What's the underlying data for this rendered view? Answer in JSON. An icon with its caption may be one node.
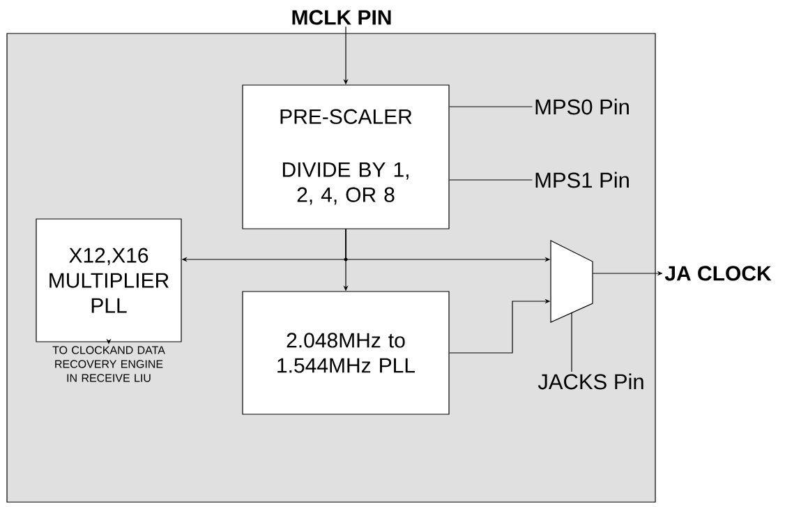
{
  "diagram": {
    "nodes": [
      {
        "text": [],
        "shape": "box"
      },
      {
        "text": [
          "MCLK PIN"
        ]
      },
      {
        "text": [
          "PRE-SCALER",
          "DIVIDE BY 1, 2, 4, OR 8"
        ],
        "in": 0
      },
      {
        "text": [
          "MPS0 Pin"
        ],
        "in": 0
      },
      {
        "text": [
          "MPS1 Pin"
        ],
        "in": 0
      },
      {
        "text": [
          "X12,X16 MULTIPLIER PLL"
        ],
        "in": 0
      },
      {
        "text": [
          "2.048MHz to 1.544MHz PLL"
        ],
        "in": 0
      },
      {
        "text": [],
        "shape": "trapezoid",
        "in": 0
      },
      {
        "text": [
          "JA CLOCK"
        ]
      },
      {
        "text": [
          "JACKS Pin"
        ],
        "in": 0
      },
      {
        "text": [
          "TO CLOCKAND DATA RECOVERY ENGINE IN RECEIVE LIU"
        ],
        "in": 0
      }
    ],
    "edges": [
      {
        "from": 1,
        "to": 2,
        "arrow": "to"
      },
      {
        "from": 3,
        "to": 2,
        "arrow": "none"
      },
      {
        "from": 4,
        "to": 2,
        "arrow": "none"
      },
      {
        "from": 2,
        "to": 5,
        "arrow": "to"
      },
      {
        "from": 2,
        "to": 7,
        "arrow": "to"
      },
      {
        "from": 2,
        "to": 6,
        "arrow": "to"
      },
      {
        "from": 6,
        "to": 7,
        "arrow": "to"
      },
      {
        "from": 7,
        "to": 8,
        "arrow": "to"
      },
      {
        "from": 9,
        "to": 7,
        "arrow": "none"
      },
      {
        "from": 5,
        "to": 10,
        "arrow": "to"
      }
    ]
  }
}
